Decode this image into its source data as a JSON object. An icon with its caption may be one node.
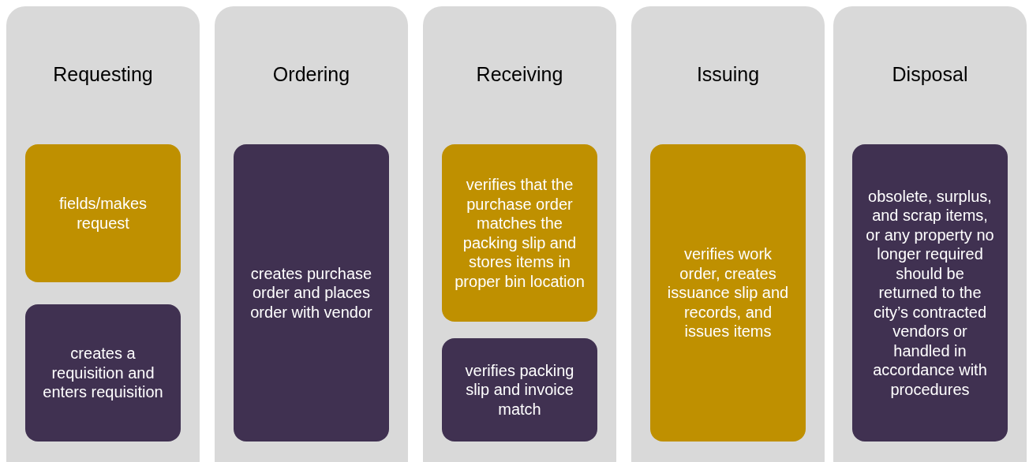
{
  "diagram": {
    "nodes": [
      {
        "text": [
          "Requesting"
        ]
      },
      {
        "text": [
          "fields/makes request"
        ],
        "in": 0
      },
      {
        "text": [
          "creates a requisition and enters requisition"
        ],
        "in": 0
      },
      {
        "text": [
          "Ordering"
        ]
      },
      {
        "text": [
          "creates purchase order and places order with vendor"
        ],
        "in": 3
      },
      {
        "text": [
          "Receiving"
        ]
      },
      {
        "text": [
          "verifies that the purchase order matches the packing slip and stores items in proper bin location"
        ],
        "in": 5
      },
      {
        "text": [
          "verifies packing slip and invoice match"
        ],
        "in": 5
      },
      {
        "text": [
          "Issuing"
        ]
      },
      {
        "text": [
          "verifies work order, creates issuance slip and records, and issues items"
        ],
        "in": 8
      },
      {
        "text": [
          "Disposal"
        ]
      },
      {
        "text": [
          "obsolete, surplus, and scrap items, or any property no longer required should be returned to the city’s contracted vendors or handled in accordance with procedures"
        ],
        "in": 10
      }
    ],
    "edges": []
  }
}
